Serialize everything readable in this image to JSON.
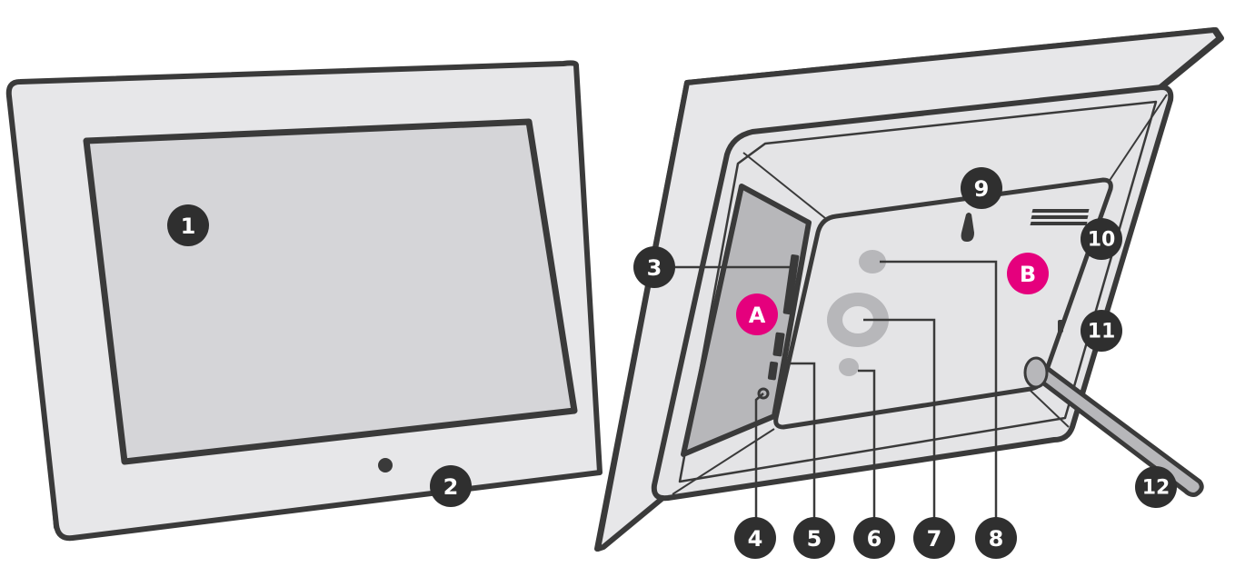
{
  "colors": {
    "outline": "#3a3a3a",
    "frame_face": "#e7e7e9",
    "frame_side": "#b8b8bc",
    "screen": "#d5d5d8",
    "back_panel": "#e4e4e6",
    "dark_part": "#b7b7ba",
    "badge": "#2f2f2f",
    "accent_badge": "#e5007d",
    "badge_text": "#ffffff"
  },
  "front_view": {
    "screen_label": "1",
    "sensor_label": "2"
  },
  "back_view": {
    "labels": {
      "card_slot": "3",
      "audio_jack": "4",
      "usb_ports": "5",
      "button_small": "6",
      "control_ring": "7",
      "button_top": "8",
      "wall_mount": "9",
      "speaker_grille": "10",
      "side_switch": "11",
      "stand": "12"
    },
    "zones": {
      "side_panel": "A",
      "rear_panel": "B"
    }
  }
}
